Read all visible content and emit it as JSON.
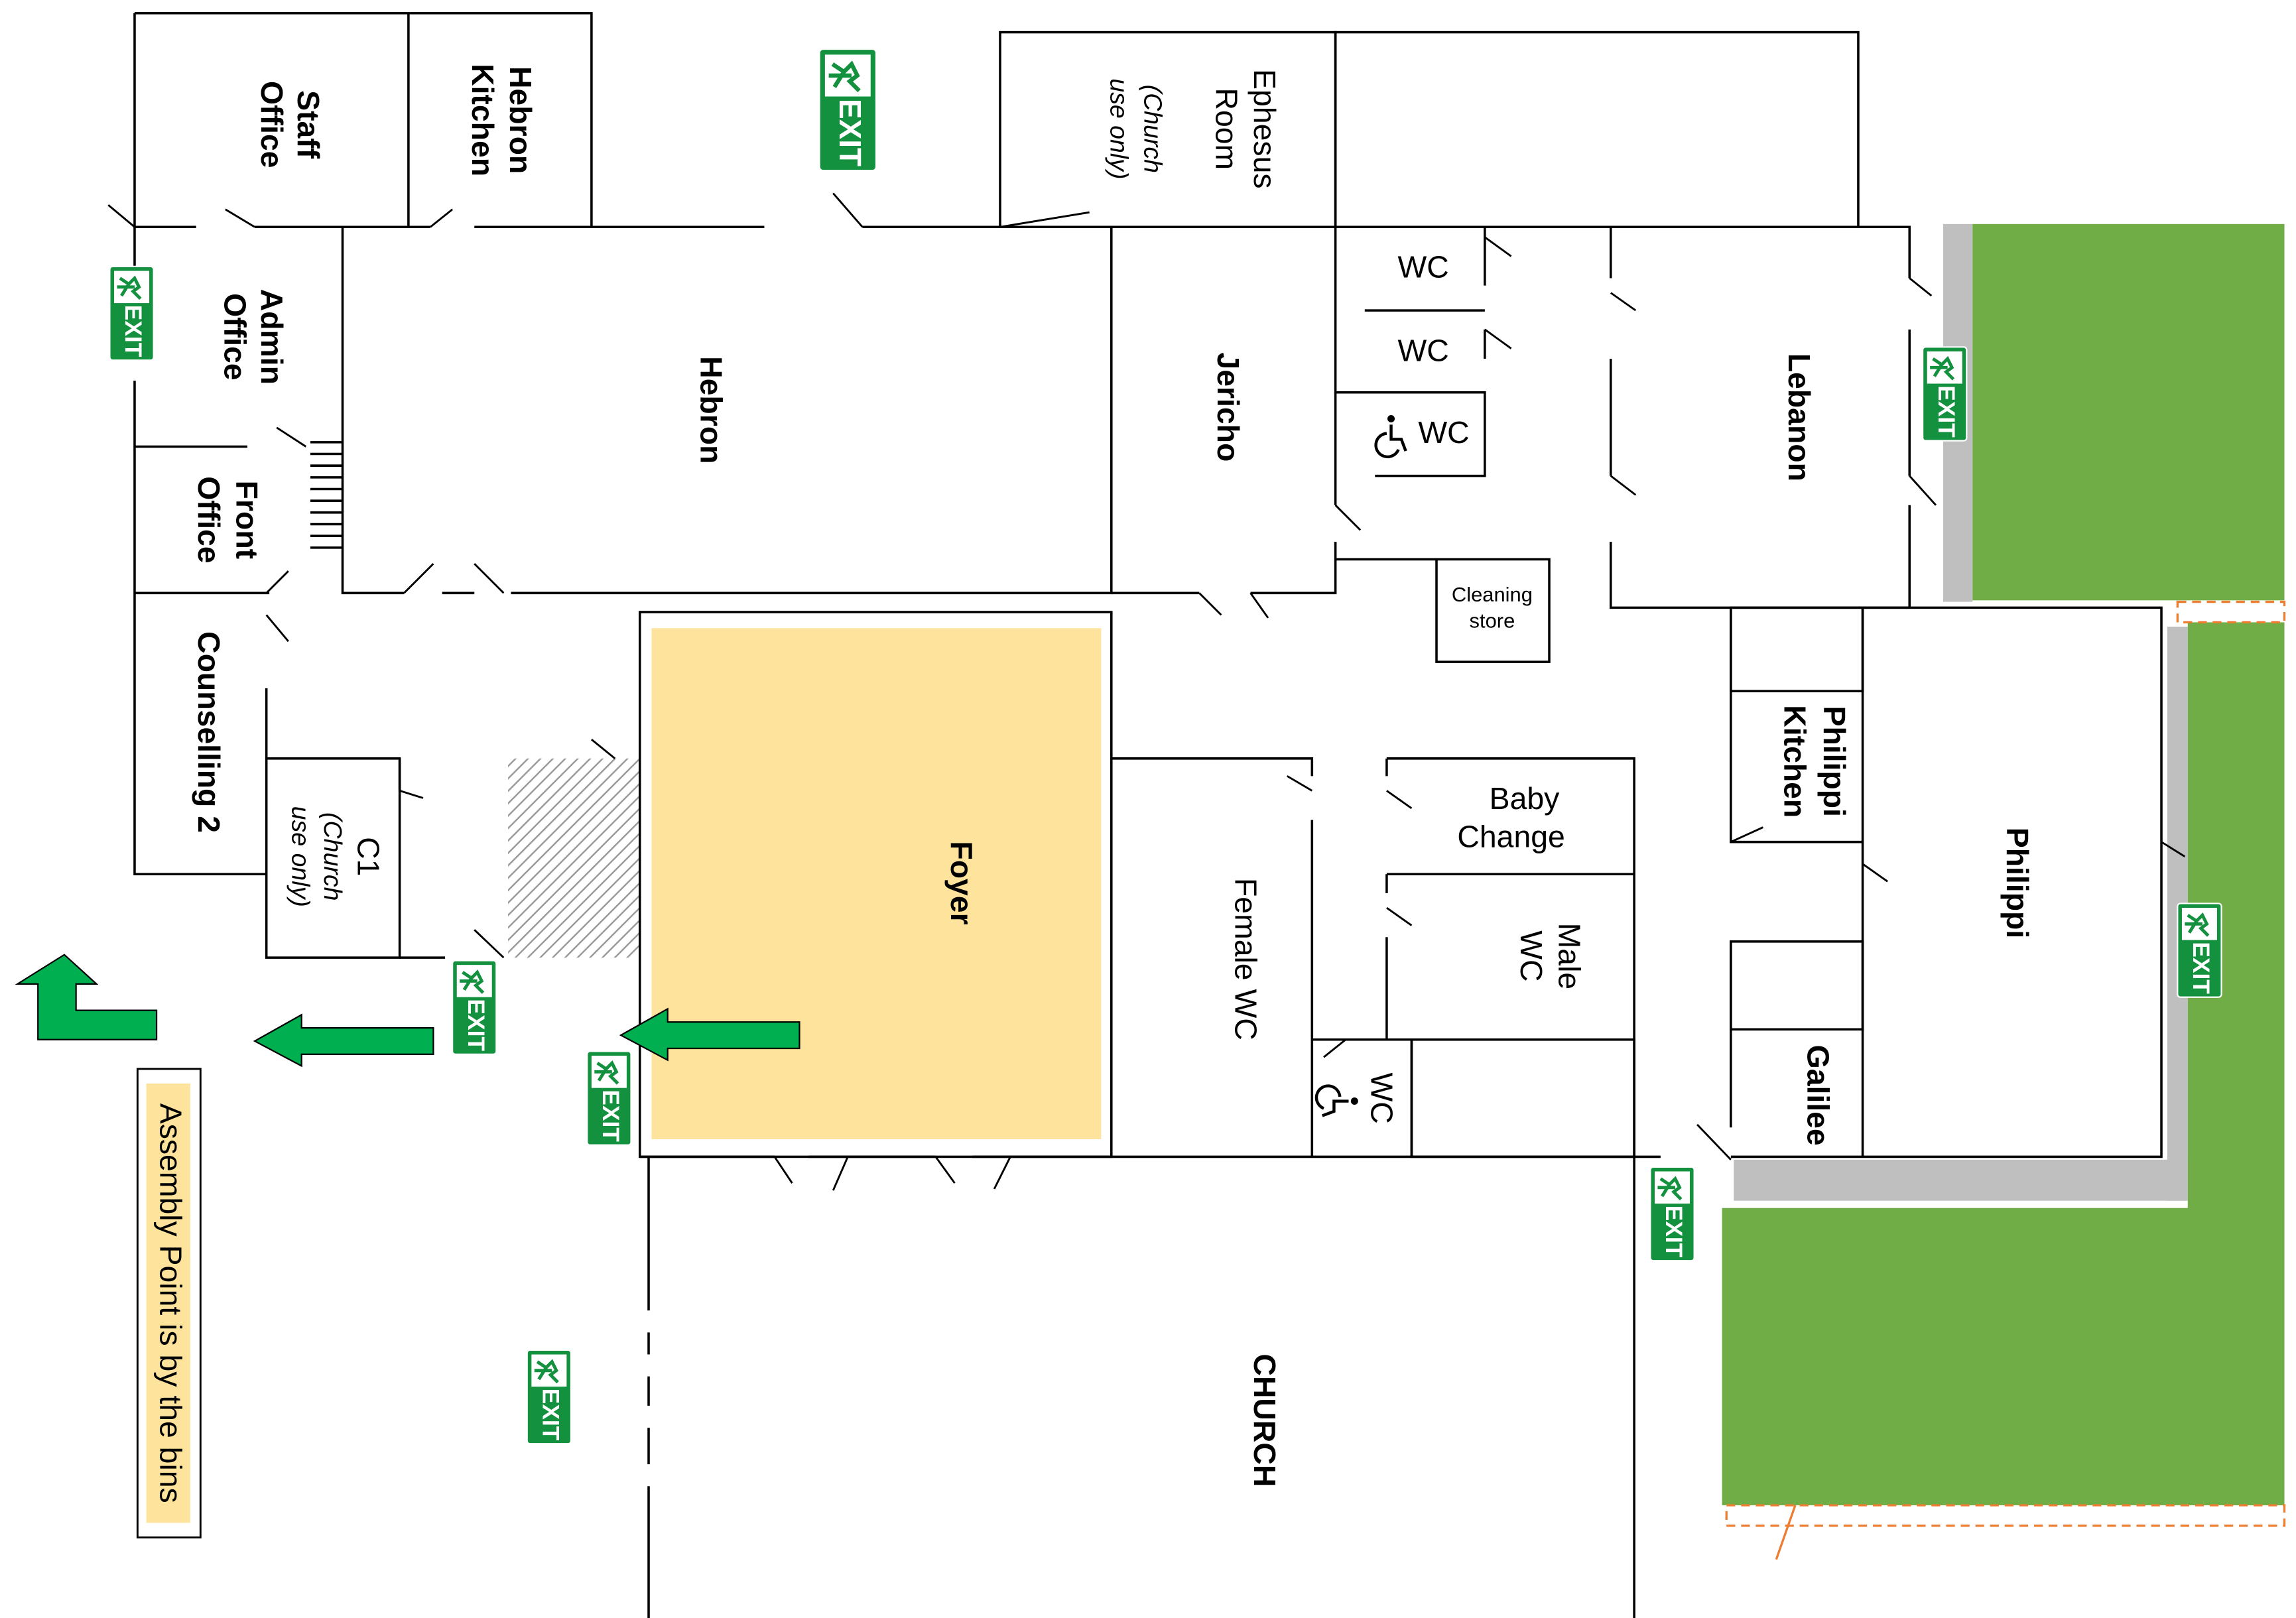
{
  "colors": {
    "exit_green": "#13913f",
    "lawn_green": "#70ad47",
    "foyer_yellow": "#fde39b",
    "room_grey": "#cccccc",
    "arrow_green": "#00b050",
    "boundary_orange": "#ed7d31"
  },
  "rooms": {
    "staff_office": [
      "Staff",
      "Office"
    ],
    "hebron_kitchen": [
      "Hebron",
      "Kitchen"
    ],
    "ephesus_room": [
      "Ephesus",
      "Room",
      "(Church",
      "use only)"
    ],
    "admin_office": [
      "Admin",
      "Office"
    ],
    "hebron": "Hebron",
    "jericho": "Jericho",
    "wc1": "WC",
    "wc2": "WC",
    "wc3": "WC",
    "lebanon": "Lebanon",
    "front_office": [
      "Front",
      "Office"
    ],
    "counselling": "Counselling 2",
    "cleaning_store": [
      "Cleaning",
      "store"
    ],
    "c1": [
      "C1",
      "(Church",
      "use only)"
    ],
    "foyer": "Foyer",
    "philippi_kitchen": [
      "Philippi",
      "Kitchen"
    ],
    "philippi": "Philippi",
    "baby_change": [
      "Baby",
      "Change"
    ],
    "female_wc": "Female WC",
    "male_wc": [
      "Male",
      "WC"
    ],
    "wc_accessible": "WC",
    "galilee": "Galilee",
    "church": "CHURCH"
  },
  "exit_label": "EXIT",
  "assembly_note": "Assembly Point is by the bins",
  "icons": [
    "exit-sign-icon",
    "accessible-wc-icon",
    "arrow-left-icon",
    "arrow-turn-up-icon"
  ]
}
